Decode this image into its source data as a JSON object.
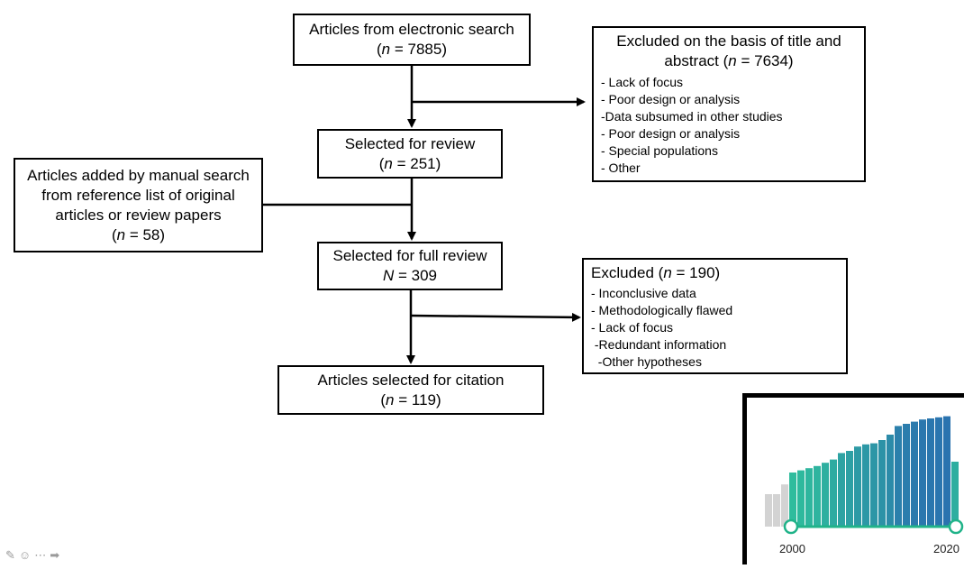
{
  "flow": {
    "box1": {
      "line1": "Articles from electronic search",
      "n_open": "(",
      "n_var": "n",
      "n_rest": " = 7885)"
    },
    "box2": {
      "line1": "Selected for review",
      "n_open": "(",
      "n_var": "n",
      "n_rest": " = 251)"
    },
    "box3": {
      "line1": "Articles added by manual search",
      "line2": "from reference list of original",
      "line3": "articles or review papers",
      "n_open": "(",
      "n_var": "n",
      "n_rest": " = 58)"
    },
    "box4": {
      "line1": "Selected for full review",
      "n_var": "N",
      "n_rest": " = 309"
    },
    "box5": {
      "line1": "Articles selected for citation",
      "n_open": "(",
      "n_var": "n",
      "n_rest": " = 119)"
    },
    "excluded1": {
      "title1": "Excluded on the basis of title and",
      "title2_prefix": "abstract (",
      "title2_var": "n",
      "title2_rest": " = 7634)",
      "items": [
        "- Lack of focus",
        "- Poor design or analysis",
        "-Data subsumed in other studies",
        "- Poor design or analysis",
        "- Special populations",
        "- Other"
      ]
    },
    "excluded2": {
      "title_prefix": "Excluded (",
      "title_var": "n",
      "title_rest": " = 190)",
      "items": [
        "- Inconclusive data",
        "- Methodologically flawed",
        "- Lack of focus",
        " -Redundant information",
        "  -Other hypotheses"
      ]
    }
  },
  "timeline_widget": {
    "start_label": "2000",
    "end_label": "2020",
    "colors": {
      "inactive": "#d3d3d3",
      "low": "#2fc39b",
      "high": "#2a6fb0",
      "handle": "#20b389"
    },
    "chart_data": {
      "type": "bar",
      "values_inactive": [
        0.3,
        0.3,
        0.39
      ],
      "values": [
        0.5,
        0.52,
        0.54,
        0.56,
        0.59,
        0.62,
        0.68,
        0.7,
        0.74,
        0.76,
        0.77,
        0.8,
        0.85,
        0.93,
        0.95,
        0.97,
        0.99,
        1.0,
        1.01,
        1.02,
        0.6
      ]
    }
  },
  "toolbar": {
    "icons": [
      "pencil-icon",
      "bookmark-icon",
      "more-icon",
      "next-arrow-icon"
    ],
    "glyphs": [
      "✎",
      "☺",
      "⋯",
      "➡"
    ]
  }
}
